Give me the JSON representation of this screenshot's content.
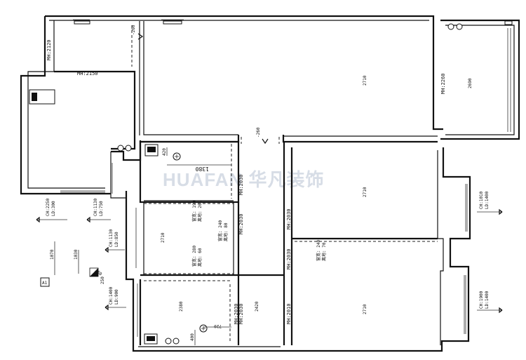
{
  "watermark": "HUAFAN 华凡装饰",
  "ceiling_heights": {
    "top_left_room": "MH:2120",
    "top_left_room_lower": "MH:2150",
    "balcony": "MH:2260",
    "bedroom_right_top": "MH:2030",
    "bedroom_right_bottom": "MH:2030",
    "bedroom_right_bottom2": "MH:2010",
    "corridor_top": "MH:2030",
    "corridor_mid": "MH:2030",
    "bathroom_right": "MH:2030",
    "small_room_bottom": "MH:2030"
  },
  "floor_heights": {
    "living": "2710",
    "balcony": "2690",
    "bedroom_top": "2710",
    "bedroom_bottom": "2710",
    "kitchen": "2710",
    "bath_left": "2380",
    "bath_right": "2420"
  },
  "fixture_labels": {
    "kitchen_w": "窗宽: 190",
    "kitchen_h": "离地: 201",
    "kitchen_w2": "窗宽: 240",
    "kitchen_h2": "离地: 80",
    "kitchen_w3": "窗宽: 280",
    "kitchen_h3": "离地: 60",
    "bedroom_w": "窗宽: 240",
    "bedroom_h": "离地: 70"
  },
  "dimensions": {
    "d1380": "1380",
    "d420": "420",
    "d720": "720",
    "d400": "400",
    "d1070": "1070",
    "d1030": "1030",
    "d260": "260",
    "d250": "250",
    "d_top": "-260",
    "d_mid": "-260"
  },
  "window_tags": {
    "w_left": [
      "CH:2250",
      "LD:300"
    ],
    "w_left2": [
      "CH:1130",
      "LD:750"
    ],
    "w_kitchen": [
      "CH:1130",
      "LD:850"
    ],
    "w_bath": [
      "CH:1400",
      "LD:900"
    ],
    "w_right1": [
      "CH:1010",
      "LD:1400"
    ],
    "w_right2": [
      "CH:1900",
      "LD:1400"
    ]
  },
  "legend_box": "A1"
}
